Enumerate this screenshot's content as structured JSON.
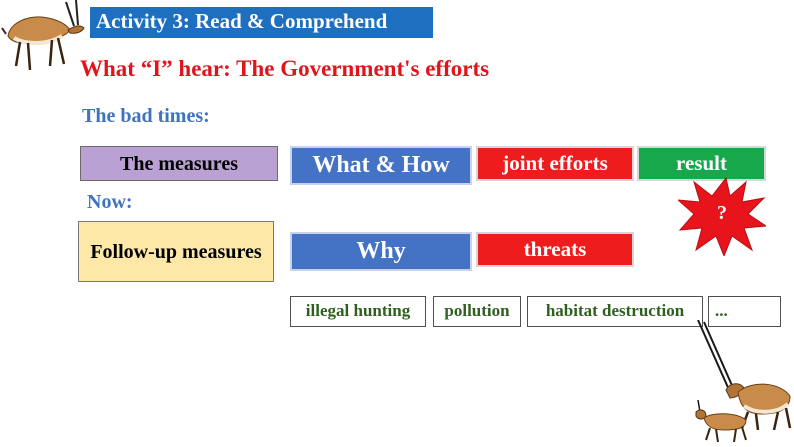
{
  "banner": {
    "title": "Activity 3: Read & Comprehend"
  },
  "heading": {
    "text": "What “I” hear: The Government's efforts"
  },
  "labels": {
    "bad_times": "The bad times:",
    "now": "Now:"
  },
  "boxes": {
    "measures": "The measures",
    "follow_up": "Follow-up measures",
    "what_how": "What & How",
    "why": "Why",
    "joint_efforts": "joint efforts",
    "result": "result",
    "threats": "threats",
    "question": "?"
  },
  "threat_items": [
    "illegal hunting",
    "pollution",
    "habitat destruction",
    "..."
  ],
  "colors": {
    "banner": "#1f6fc0",
    "heading": "#e1141c",
    "label": "#3f72bf",
    "measures": "#b9a1d4",
    "follow_up": "#fde8a8",
    "blue": "#4472c4",
    "red": "#ee1c1c",
    "green": "#17a84c",
    "threat_text": "#2f5f1f"
  },
  "decorations": [
    "antelope-illustration-top-left",
    "antelope-illustration-bottom-right",
    "antelope-calf-illustration"
  ]
}
